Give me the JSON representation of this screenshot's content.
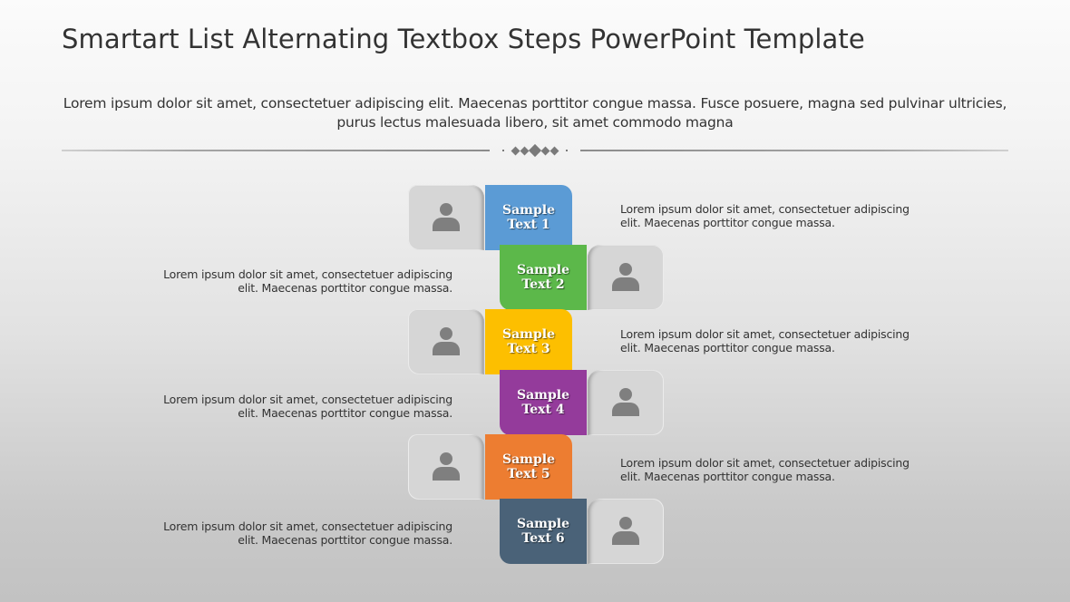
{
  "slide": {
    "title": "Smartart List Alternating Textbox Steps PowerPoint Template",
    "subtitle": "Lorem ipsum dolor sit amet, consectetuer adipiscing elit. Maecenas porttitor congue massa. Fusce posuere, magna sed pulvinar ultricies, purus lectus malesuada libero, sit amet commodo magna"
  },
  "steps": [
    {
      "label_line1": "Sample",
      "label_line2": "Text 1",
      "color": "#5b9bd5",
      "icon": "person-icon",
      "side": "icon-left",
      "desc_line1": "Lorem ipsum  dolor sit amet, consectetuer adipiscing",
      "desc_line2": "elit.  Maecenas porttitor congue massa."
    },
    {
      "label_line1": "Sample",
      "label_line2": "Text 2",
      "color": "#5cb84a",
      "icon": "person-icon",
      "side": "icon-right",
      "desc_line1": "Lorem ipsum  dolor sit amet, consectetuer adipiscing",
      "desc_line2": "elit.  Maecenas porttitor congue massa."
    },
    {
      "label_line1": "Sample",
      "label_line2": "Text 3",
      "color": "#fdbf00",
      "icon": "person-icon",
      "side": "icon-left",
      "desc_line1": "Lorem ipsum  dolor sit amet, consectetuer adipiscing",
      "desc_line2": "elit.  Maecenas porttitor congue massa."
    },
    {
      "label_line1": "Sample",
      "label_line2": "Text 4",
      "color": "#943b9b",
      "icon": "person-icon",
      "side": "icon-right",
      "desc_line1": "Lorem ipsum  dolor sit amet, consectetuer adipiscing",
      "desc_line2": "elit.  Maecenas porttitor congue massa."
    },
    {
      "label_line1": "Sample",
      "label_line2": "Text 5",
      "color": "#ed7d31",
      "icon": "person-icon",
      "side": "icon-left",
      "desc_line1": "Lorem ipsum  dolor sit amet, consectetuer adipiscing",
      "desc_line2": "elit.  Maecenas porttitor congue massa."
    },
    {
      "label_line1": "Sample",
      "label_line2": "Text 6",
      "color": "#4a6278",
      "icon": "person-icon",
      "side": "icon-right",
      "desc_line1": "Lorem ipsum  dolor sit amet, consectetuer adipiscing",
      "desc_line2": "elit.  Maecenas porttitor congue massa."
    }
  ]
}
